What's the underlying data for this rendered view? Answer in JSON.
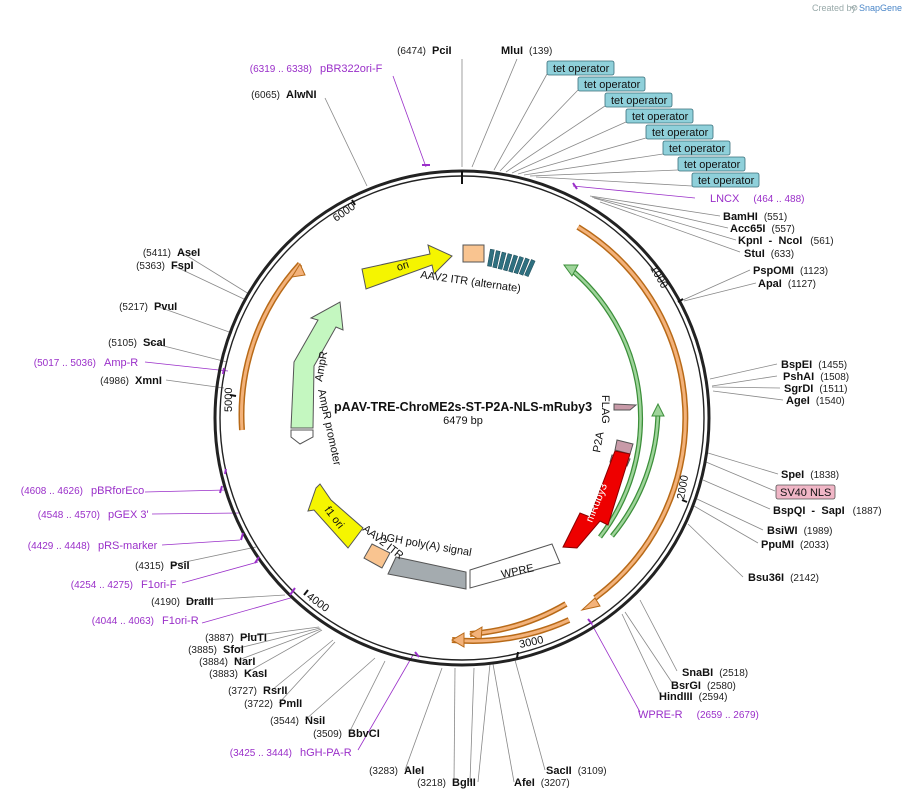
{
  "credit": {
    "created_by": "Created by",
    "brand": "SnapGene"
  },
  "plasmid": {
    "name": "pAAV-TRE-ChroME2s-ST-P2A-NLS-mRuby3",
    "length": "6479 bp"
  },
  "ticks": [
    "1000",
    "2000",
    "3000",
    "4000",
    "5000",
    "6000"
  ],
  "sites": [
    {
      "name": "PciI",
      "pos": "(6474)"
    },
    {
      "name": "MluI",
      "pos": "(139)"
    },
    {
      "name": "AlwNI",
      "pos": "(6065)"
    },
    {
      "name": "BamHI",
      "pos": "(551)"
    },
    {
      "name": "Acc65I",
      "pos": "(557)"
    },
    {
      "name": "KpnI",
      "sep": "-",
      "name2": "NcoI",
      "pos": "(561)"
    },
    {
      "name": "StuI",
      "pos": "(633)"
    },
    {
      "name": "PspOMI",
      "pos": "(1123)"
    },
    {
      "name": "ApaI",
      "pos": "(1127)"
    },
    {
      "name": "BspEI",
      "pos": "(1455)"
    },
    {
      "name": "PshAI",
      "pos": "(1508)"
    },
    {
      "name": "SgrDI",
      "pos": "(1511)"
    },
    {
      "name": "AgeI",
      "pos": "(1540)"
    },
    {
      "name": "SpeI",
      "pos": "(1838)"
    },
    {
      "name": "BspQI",
      "sep": "-",
      "name2": "SapI",
      "pos": "(1887)"
    },
    {
      "name": "BsiWI",
      "pos": "(1989)"
    },
    {
      "name": "PpuMI",
      "pos": "(2033)"
    },
    {
      "name": "Bsu36I",
      "pos": "(2142)"
    },
    {
      "name": "SnaBI",
      "pos": "(2518)"
    },
    {
      "name": "BsrGI",
      "pos": "(2580)"
    },
    {
      "name": "HindIII",
      "pos": "(2594)"
    },
    {
      "name": "SacII",
      "pos": "(3109)"
    },
    {
      "name": "AfeI",
      "pos": "(3207)"
    },
    {
      "name": "BglII",
      "pos": "(3218)"
    },
    {
      "name": "AleI",
      "pos": "(3283)"
    },
    {
      "name": "BbvCI",
      "pos": "(3509)"
    },
    {
      "name": "NsiI",
      "pos": "(3544)"
    },
    {
      "name": "PmlI",
      "pos": "(3722)"
    },
    {
      "name": "RsrII",
      "pos": "(3727)"
    },
    {
      "name": "KasI",
      "pos": "(3883)"
    },
    {
      "name": "NarI",
      "pos": "(3884)"
    },
    {
      "name": "SfoI",
      "pos": "(3885)"
    },
    {
      "name": "PluTI",
      "pos": "(3887)"
    },
    {
      "name": "DraIII",
      "pos": "(4190)"
    },
    {
      "name": "PsiI",
      "pos": "(4315)"
    },
    {
      "name": "XmnI",
      "pos": "(4986)"
    },
    {
      "name": "ScaI",
      "pos": "(5105)"
    },
    {
      "name": "PvuI",
      "pos": "(5217)"
    },
    {
      "name": "FspI",
      "pos": "(5363)"
    },
    {
      "name": "AseI",
      "pos": "(5411)"
    }
  ],
  "primers": [
    {
      "name": "pBR322ori-F",
      "range": "(6319 .. 6338)"
    },
    {
      "name": "LNCX",
      "range": "(464 .. 488)"
    },
    {
      "name": "WPRE-R",
      "range": "(2659 .. 2679)"
    },
    {
      "name": "hGH-PA-R",
      "range": "(3425 .. 3444)"
    },
    {
      "name": "F1ori-R",
      "range": "(4044 .. 4063)"
    },
    {
      "name": "F1ori-F",
      "range": "(4254 .. 4275)"
    },
    {
      "name": "pRS-marker",
      "range": "(4429 .. 4448)"
    },
    {
      "name": "pGEX 3'",
      "range": "(4548 .. 4570)"
    },
    {
      "name": "pBRforEco",
      "range": "(4608 .. 4626)"
    },
    {
      "name": "Amp-R",
      "range": "(5017 .. 5036)"
    }
  ],
  "boxes": {
    "tet_operator": "tet operator",
    "sv40_nls": "SV40 NLS"
  },
  "features": {
    "ori": "ori",
    "aav2_itr_alt": "AAV2 ITR (alternate)",
    "ampr": "AmpR",
    "ampr_promoter": "AmpR promoter",
    "flag": "FLAG",
    "p2a": "P2A",
    "mruby3": "mRuby3",
    "wpre": "WPRE",
    "hgh_polya": "hGH poly(A) signal",
    "aav2_itr": "AAV2 ITR",
    "f1_ori": "f1 ori"
  },
  "colors": {
    "backbone": "#222222",
    "orf_fill": "#f3b27a",
    "orf_stroke": "#b86a18",
    "green_fill": "#9ed49a",
    "green_stroke": "#3c8f3a",
    "ori": "#f5f500",
    "ampr": "#c4f7c0",
    "itr": "#f9c490",
    "mruby3": "#ee0000",
    "hgh": "#a4abaf",
    "tet_box": "#8fd0da",
    "sv40_box": "#f0b6c6",
    "primer": "#9a2fc9",
    "small_feat": "#c89aa8"
  }
}
